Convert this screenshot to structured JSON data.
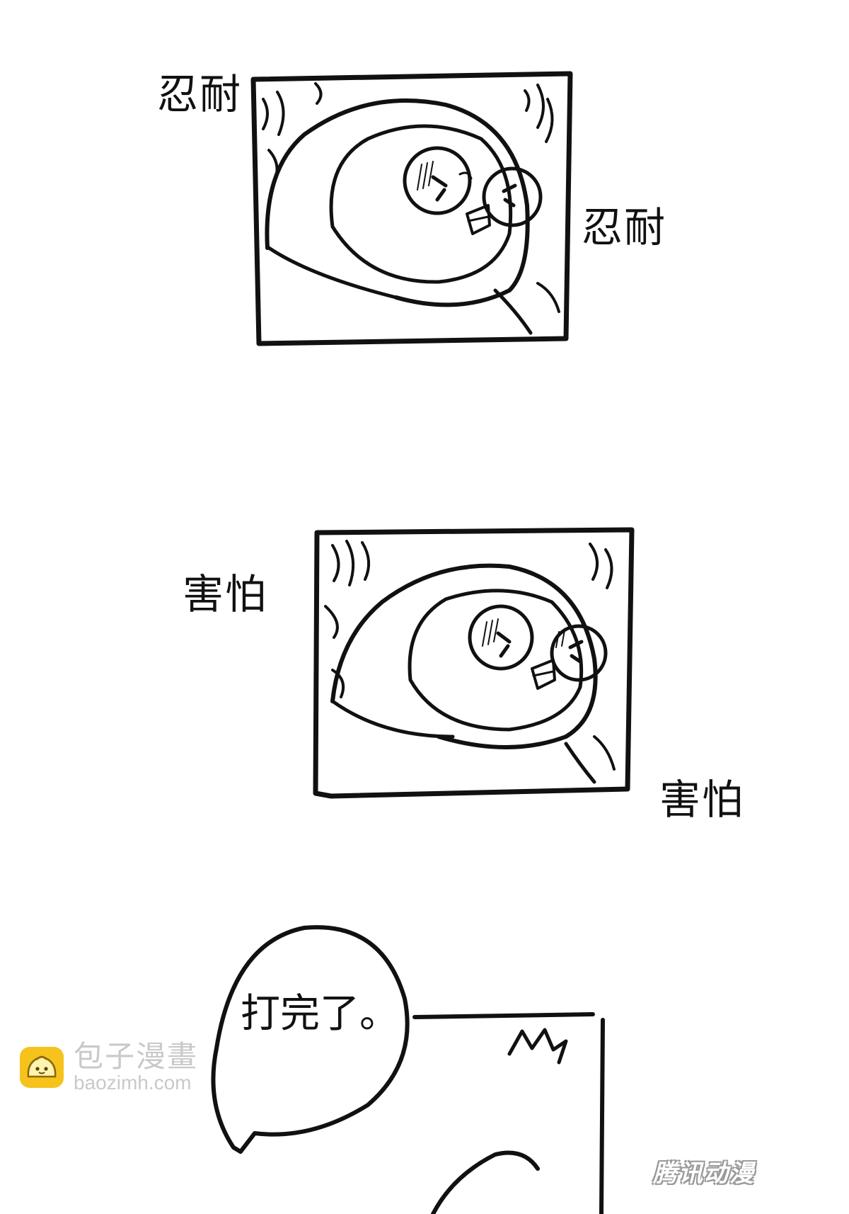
{
  "captions": {
    "panel1_left": "忍耐",
    "panel1_right": "忍耐",
    "panel2_left": "害怕",
    "panel2_right": "害怕"
  },
  "speech_bubble": {
    "text": "打完了。"
  },
  "watermarks": {
    "site_name": "包子漫畫",
    "site_url": "baozimh.com",
    "publisher": "腾讯动漫"
  },
  "icons": [
    "baozi-logo-icon"
  ]
}
